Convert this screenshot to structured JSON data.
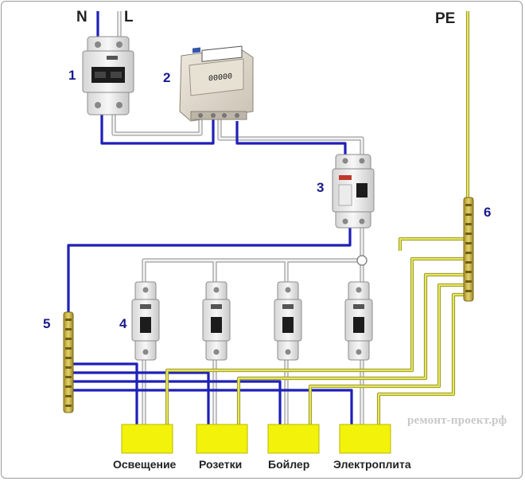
{
  "labels": {
    "n": "N",
    "l": "L",
    "pe": "PE",
    "n1": "1",
    "n2": "2",
    "n3": "3",
    "n4": "4",
    "n5": "5",
    "n6": "6"
  },
  "loads": [
    "Освещение",
    "Розетки",
    "Бойлер",
    "Электроплита"
  ],
  "watermark": "ремонт-проект.рф",
  "meter_display": "00000",
  "colors": {
    "neutral_wire": "#1f1fb8",
    "phase_wire": "#e8e8e8",
    "earth_wire": "#d8d84a",
    "junction_box": "#f2f20a",
    "busbar": "#c9b23a",
    "number_label": "#1a1a8c"
  },
  "icons": [
    "breaker-2pole-icon",
    "energy-meter-icon",
    "rcd-icon",
    "breaker-icon",
    "neutral-busbar-icon",
    "earth-busbar-icon",
    "junction-box-icon"
  ]
}
